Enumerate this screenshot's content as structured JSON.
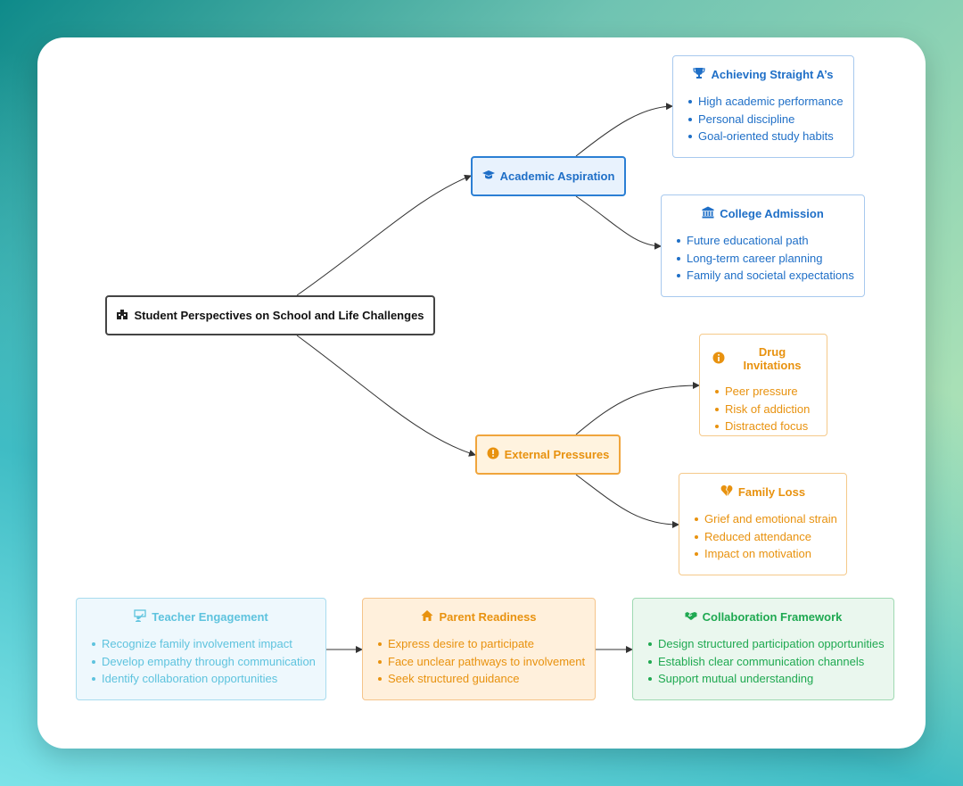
{
  "root": {
    "icon": "school-icon",
    "label": "Student Perspectives on School and Life Challenges"
  },
  "academic": {
    "icon": "graduation-cap-icon",
    "label": "Academic Aspiration"
  },
  "external": {
    "icon": "exclamation-circle-icon",
    "label": "External Pressures"
  },
  "straight": {
    "icon": "trophy-icon",
    "title": "Achieving Straight A’s",
    "items": [
      "High academic performance",
      "Personal discipline",
      "Goal-oriented study habits"
    ]
  },
  "college": {
    "icon": "university-icon",
    "title": "College Admission",
    "items": [
      "Future educational path",
      "Long-term career planning",
      "Family and societal expectations"
    ]
  },
  "drug": {
    "icon": "info-circle-icon",
    "title": "Drug Invitations",
    "items": [
      "Peer pressure",
      "Risk of addiction",
      "Distracted focus"
    ]
  },
  "loss": {
    "icon": "broken-heart-icon",
    "title": "Family Loss",
    "items": [
      "Grief and emotional strain",
      "Reduced attendance",
      "Impact on motivation"
    ]
  },
  "teacher": {
    "icon": "teacher-icon",
    "title": "Teacher Engagement",
    "items": [
      "Recognize family involvement impact",
      "Develop empathy through communication",
      "Identify collaboration opportunities"
    ]
  },
  "parent": {
    "icon": "home-icon",
    "title": "Parent Readiness",
    "items": [
      "Express desire to participate",
      "Face unclear pathways to involvement",
      "Seek structured guidance"
    ]
  },
  "collab": {
    "icon": "handshake-icon",
    "title": "Collaboration Framework",
    "items": [
      "Design structured participation opportunities",
      "Establish clear communication channels",
      "Support mutual understanding"
    ]
  },
  "colors": {
    "blue": "#1f6fc7",
    "orange": "#e8920f",
    "green": "#1fa951",
    "light_blue": "#5ec3de",
    "link": "#333333"
  }
}
